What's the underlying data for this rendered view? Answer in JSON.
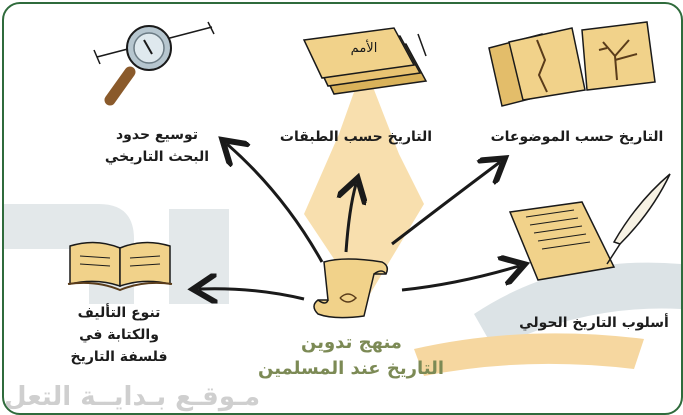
{
  "center": {
    "line1": "منهج تدوين",
    "line2": "التاريخ عند المسلمين"
  },
  "nodes": {
    "expand": {
      "line1": "توسيع حدود",
      "line2": "البحث التاريخي"
    },
    "classes": {
      "line1": "التاريخ حسب الطبقات"
    },
    "topics": {
      "line1": "التاريخ حسب الموضوعات"
    },
    "annual": {
      "line1": "أسلوب التاريخ الحولي"
    },
    "writing": {
      "line1": "تنوع التأليف",
      "line2": "والكتابة في",
      "line3": "فلسفة التاريخ"
    }
  },
  "scroll_paper_text": "الأمم",
  "watermark_text": "مـوقـع بـدايــة التعل",
  "colors": {
    "border": "#2f6b3c",
    "paper": "#f1d28a",
    "paper_dark": "#d9b25a",
    "center_text": "#7c8a55",
    "watermark_orange": "#f7d9a6",
    "watermark_teal": "#d9dfe1",
    "arrow": "#1a1a1a"
  }
}
